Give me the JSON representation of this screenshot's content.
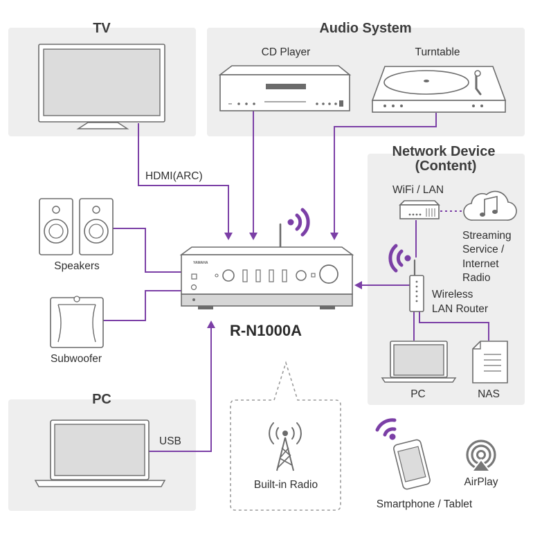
{
  "groups": {
    "tv": "TV",
    "audio_system": "Audio System",
    "network_device_line1": "Network Device",
    "network_device_line2": "(Content)",
    "pc": "PC"
  },
  "devices": {
    "cd_player": "CD Player",
    "turntable": "Turntable",
    "speakers": "Speakers",
    "subwoofer": "Subwoofer",
    "wifi_lan": "WiFi / LAN",
    "streaming_lines": [
      "Streaming",
      "Service /",
      "Internet",
      "Radio"
    ],
    "router_lines": [
      "Wireless",
      "LAN Router"
    ],
    "network_pc": "PC",
    "nas": "NAS",
    "built_in_radio": "Built-in Radio",
    "airplay": "AirPlay",
    "smartphone": "Smartphone / Tablet"
  },
  "connections": {
    "hdmi": "HDMI(ARC)",
    "usb": "USB"
  },
  "receiver": {
    "model": "R-N1000A",
    "brand": "YAMAHA"
  },
  "colors": {
    "accent": "#7b3fa6",
    "panel": "#eeeeee"
  }
}
